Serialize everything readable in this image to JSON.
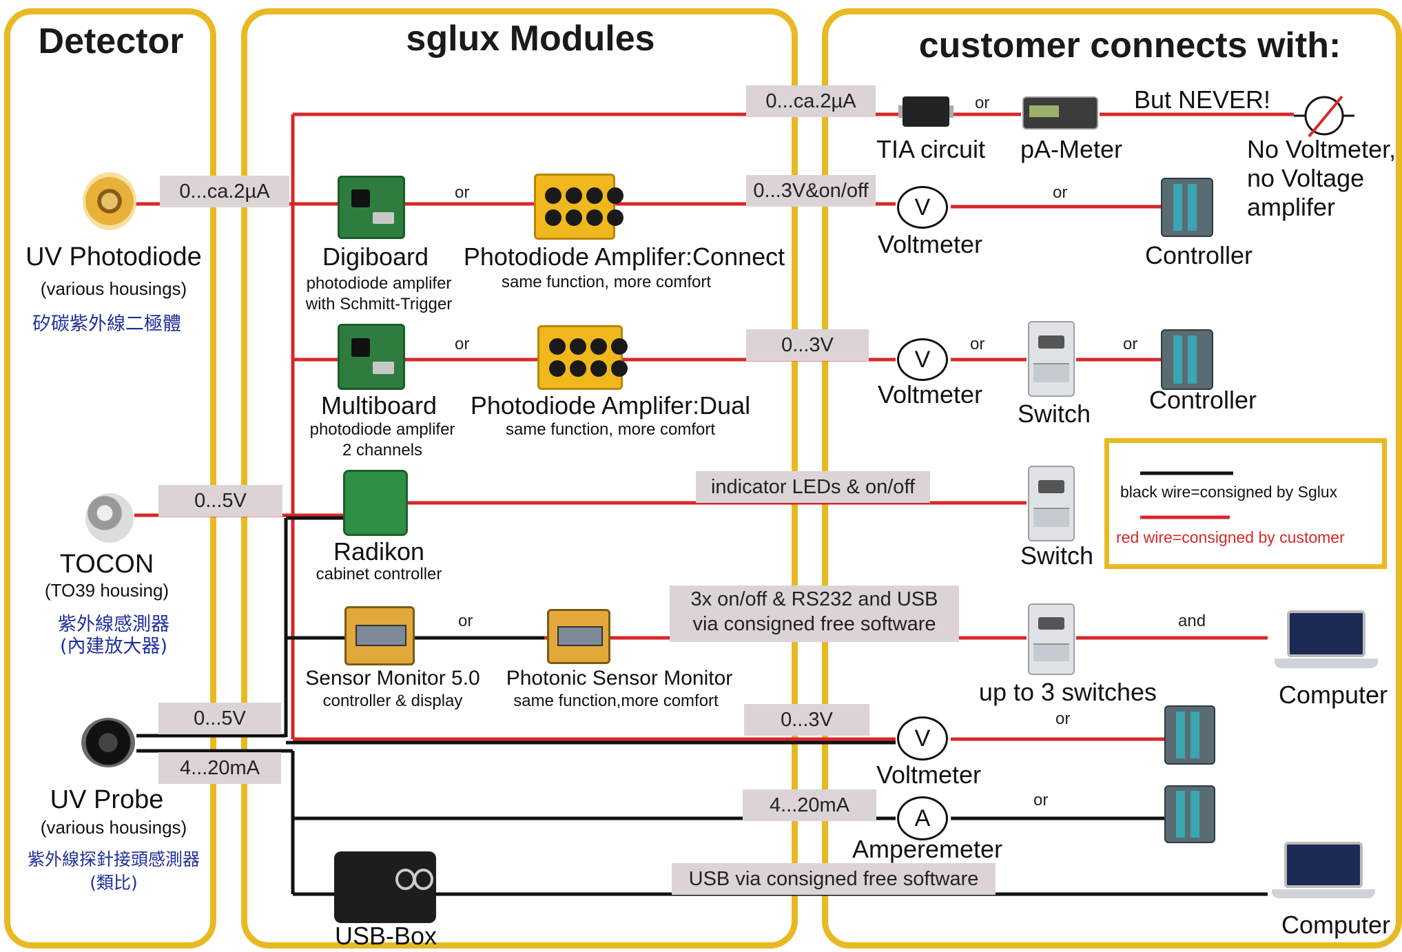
{
  "panels": {
    "detector": "Detector",
    "modules": "sglux Modules",
    "customer": "customer connects with:"
  },
  "detectors": {
    "photodiode": {
      "name": "UV Photodiode",
      "sub": "(various housings)",
      "cjk": "矽碳紫外線二極體"
    },
    "tocon": {
      "name": "TOCON",
      "sub": "(TO39 housing)",
      "cjk1": "紫外線感測器",
      "cjk2": "(內建放大器)"
    },
    "probe": {
      "name": "UV Probe",
      "sub": "(various housings)",
      "cjk1": "紫外線探針接頭感測器",
      "cjk2": "(類比)"
    }
  },
  "signals": {
    "pd_out": "0...ca.2µA",
    "top_line": "0...ca.2µA",
    "digi_line": "0...3V&on/off",
    "multi_line": "0...3V",
    "tocon_out": "0...5V",
    "radikon_line": "indicator LEDs & on/off",
    "monitor_line1": "3x on/off & RS232 and USB",
    "monitor_line2": "via consigned free software",
    "probe_v": "0...5V",
    "probe_ma": "4...20mA",
    "volt_line": "0...3V",
    "amp_line": "4...20mA",
    "usb_line": "USB via consigned free software"
  },
  "modules": {
    "digiboard": {
      "name": "Digiboard",
      "sub1": "photodiode amplifer",
      "sub2": "with Schmitt-Trigger"
    },
    "pa_connect": {
      "name": "Photodiode Amplifer:Connect",
      "sub": "same function, more comfort"
    },
    "multiboard": {
      "name": "Multiboard",
      "sub1": "photodiode amplifer",
      "sub2": "2 channels"
    },
    "pa_dual": {
      "name": "Photodiode Amplifer:Dual",
      "sub": "same function, more comfort"
    },
    "radikon": {
      "name": "Radikon",
      "sub": "cabinet controller"
    },
    "sensor_monitor": {
      "name": "Sensor Monitor 5.0",
      "sub": "controller & display"
    },
    "photonic_monitor": {
      "name": "Photonic Sensor Monitor",
      "sub": "same function,more comfort"
    },
    "usb_box": {
      "name": "USB-Box"
    }
  },
  "customer": {
    "tia": "TIA circuit",
    "pa_meter": "pA-Meter",
    "never": "But NEVER!",
    "no_volt1": "No Voltmeter,",
    "no_volt2": "no Voltage",
    "no_volt3": "amplifer",
    "voltmeter": "Voltmeter",
    "controller": "Controller",
    "switch": "Switch",
    "up_to_3": "up to 3 switches",
    "computer": "Computer",
    "amperemeter": "Amperemeter",
    "and": "and",
    "or": "or"
  },
  "meter_symbols": {
    "v": "V",
    "a": "A"
  },
  "legend": {
    "black": "black wire=consigned by Sglux",
    "red": "red wire=consigned by customer"
  },
  "colors": {
    "panel_border": "#e8b923",
    "red_wire": "#d62828",
    "black_wire": "#111111",
    "signal_tag": "#dcd3d6",
    "cjk_text": "#1f2f9a",
    "legend_red_text": "#d62828"
  }
}
